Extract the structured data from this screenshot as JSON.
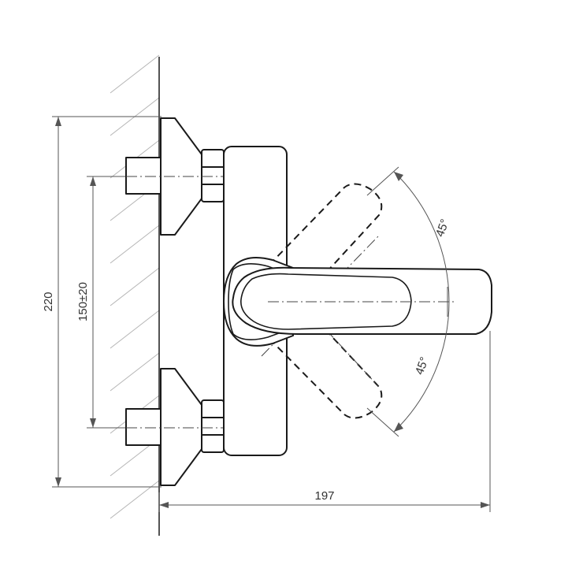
{
  "dimensions": {
    "height_total": "220",
    "inlet_spacing": "150±20",
    "projection": "197",
    "angle_upper": "45°",
    "angle_lower": "45°"
  },
  "colors": {
    "line": "#1a1a1a",
    "dimension_line": "#555555",
    "hatch": "#b5b5b5"
  }
}
